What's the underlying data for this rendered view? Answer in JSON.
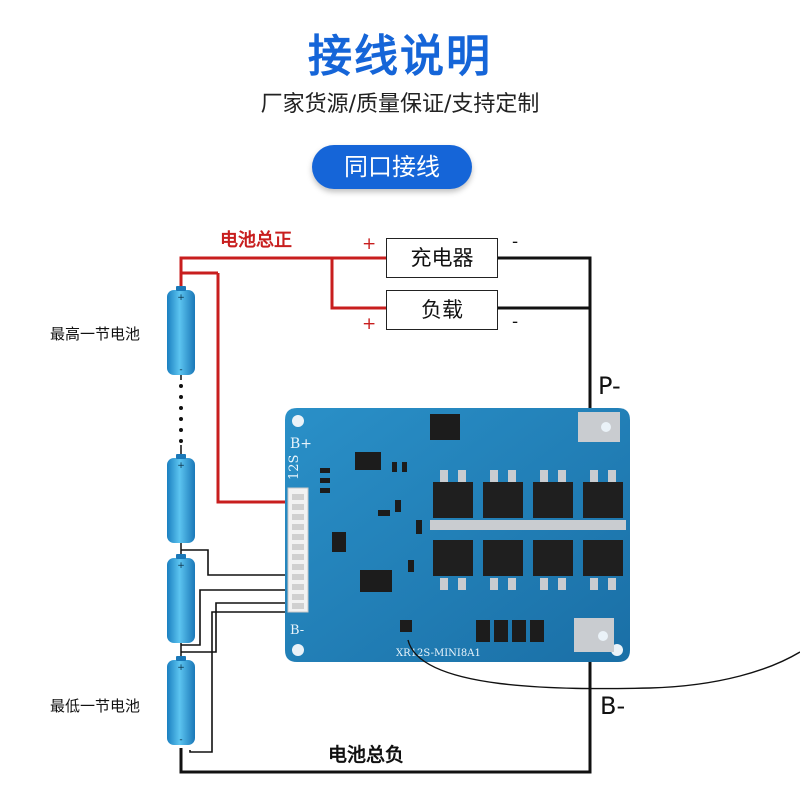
{
  "header": {
    "title": "接线说明",
    "subtitle": "厂家货源/质量保证/支持定制",
    "badge": "同口接线"
  },
  "diagram": {
    "battery_positive_label": "电池总正",
    "charger_label": "充电器",
    "load_label": "负载",
    "plus_sign": "+",
    "minus_sign": "-",
    "top_cell_label": "最高一节电池",
    "bottom_cell_label": "最低一节电池",
    "p_minus_label": "P-",
    "b_minus_label": "B-",
    "battery_negative_label": "电池总负",
    "board": {
      "b_plus_text": "B+",
      "cell_count_text": "12S",
      "b_minus_text": "B-",
      "model_text": "XR12S-MINI8A1"
    }
  },
  "colors": {
    "accent": "#1565d8",
    "positive_wire": "#c81e1e",
    "negative_wire": "#111111",
    "pcb": "#1f7fb6",
    "cell": "#2a9fd8"
  }
}
